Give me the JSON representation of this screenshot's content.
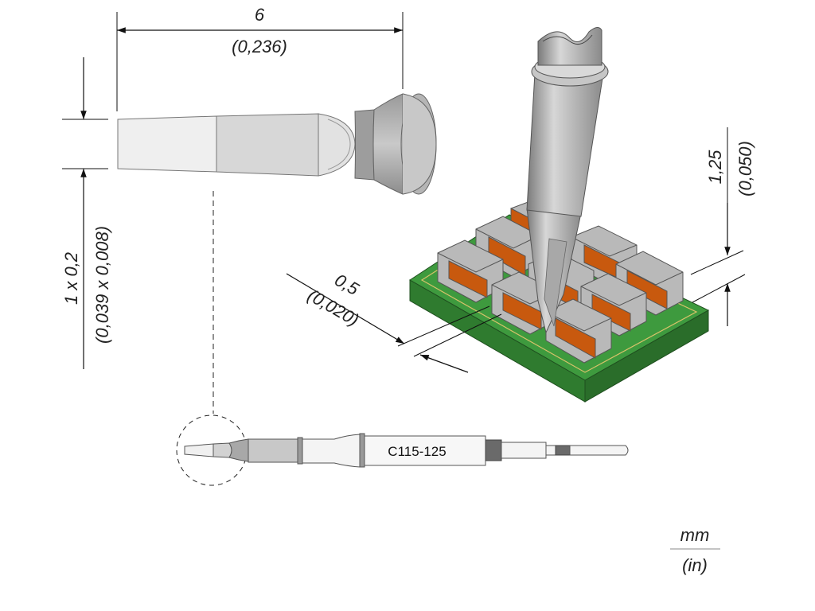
{
  "dimensions": {
    "length_mm": "6",
    "length_in": "(0,236)",
    "blade_mm": "1 x 0,2",
    "blade_in": "(0,039 x 0,008)",
    "pitch_mm": "0,5",
    "pitch_in": "(0,020)",
    "height_mm": "1,25",
    "height_in": "(0,050)"
  },
  "cartridge": {
    "part_number": "C115-125"
  },
  "units": {
    "metric": "mm",
    "imperial": "(in)"
  },
  "colors": {
    "tip_metal": "#c2c2c2",
    "tip_shadow": "#8c8c8c",
    "component_body": "#b9b9b9",
    "component_terminal": "#c8590e",
    "pcb": "#3c8a3c",
    "band_dark": "#6a6a6a"
  }
}
